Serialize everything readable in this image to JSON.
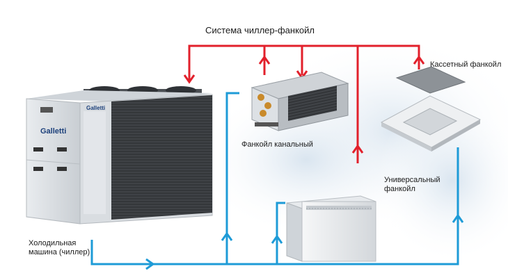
{
  "title": "Система чиллер-фанкойл",
  "labels": {
    "cassette": "Кассетный фанкойл",
    "duct": "Фанкойл канальный",
    "universal": "Универсальный фанкойл",
    "chiller": "Холодильная машина (чиллер)"
  },
  "brand": {
    "name": "Galletti"
  },
  "colors": {
    "supply_line": "#e2202b",
    "return_line": "#1e9bd7",
    "cloud": "#dde8f2"
  },
  "icons": [
    "chiller-unit",
    "duct-fancoil-unit",
    "cassette-fancoil-unit",
    "universal-fancoil-unit",
    "flow-arrow"
  ]
}
